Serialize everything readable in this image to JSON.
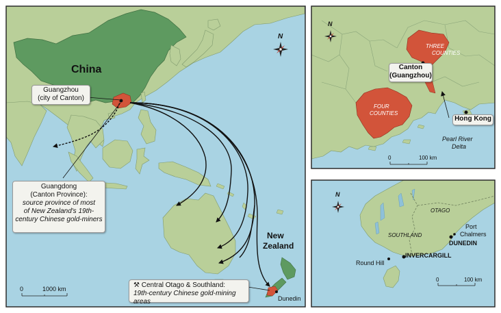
{
  "main_map": {
    "china": "China",
    "new_zealand_line1": "New",
    "new_zealand_line2": "Zealand",
    "dunedin": "Dunedin",
    "guangzhou_line1": "Guangzhou",
    "guangzhou_line2": "(city of Canton)",
    "guangdong_line1": "Guangdong",
    "guangdong_line2": "(Canton Province):",
    "guangdong_line3": "source province of most",
    "guangdong_line4": "of New Zealand's 19th-",
    "guangdong_line5": "century Chinese gold-miners",
    "otago_line1": "Central Otago & Southland:",
    "otago_line2": "19th-century Chinese gold-mining areas",
    "scale_zero": "0",
    "scale_label": "1000 km",
    "north": "N"
  },
  "canton_inset": {
    "three_counties_line1": "THREE",
    "three_counties_line2": "COUNTIES",
    "four_counties_line1": "FOUR",
    "four_counties_line2": "COUNTIES",
    "canton_line1": "Canton",
    "canton_line2": "(Guangzhou)",
    "hong_kong": "Hong Kong",
    "pearl_line1": "Pearl River",
    "pearl_line2": "Delta",
    "scale_zero": "0",
    "scale_label": "100 km",
    "north": "N"
  },
  "otago_inset": {
    "otago": "OTAGO",
    "southland": "SOUTHLAND",
    "port_line1": "Port",
    "port_line2": "Chalmers",
    "dunedin": "DUNEDIN",
    "invercargill": "INVERCARGILL",
    "round_hill": "Round Hill",
    "scale_zero": "0",
    "scale_label": "100 km",
    "north": "N"
  },
  "colors": {
    "sea": "#a9d3e3",
    "land": "#b9cf99",
    "china": "#5e9a60",
    "highlight": "#d2543a",
    "frame": "#2c2c2c"
  }
}
